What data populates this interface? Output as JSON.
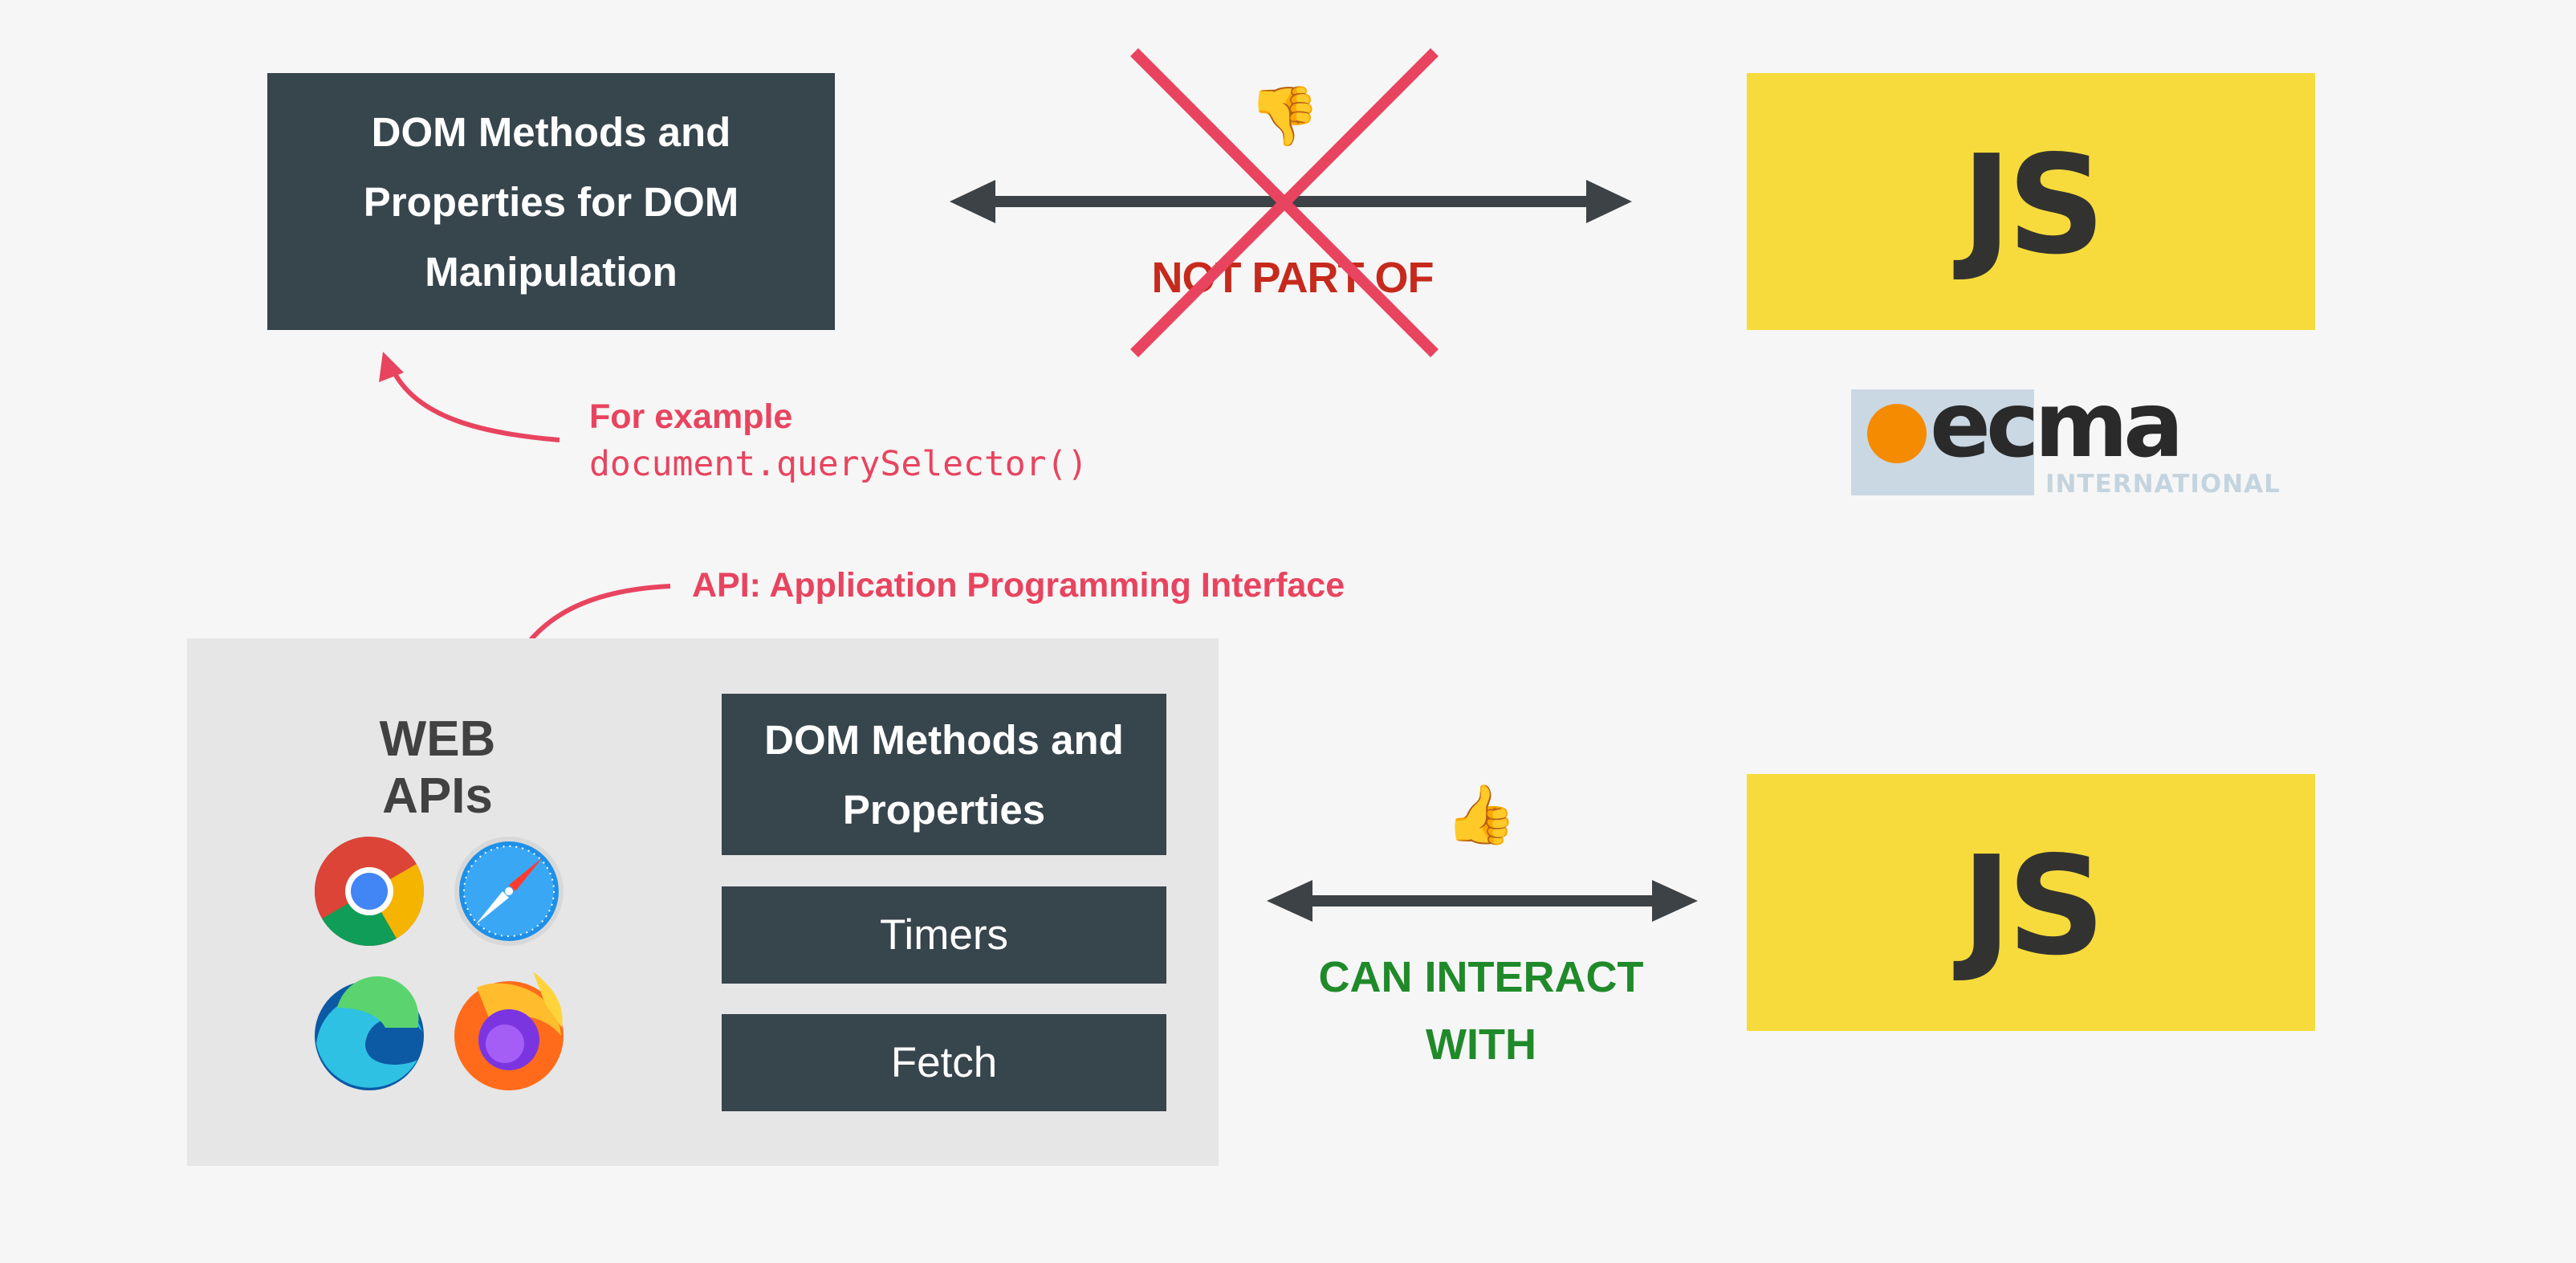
{
  "top": {
    "dom_box_text": "DOM Methods and Properties for DOM Manipulation",
    "relation_label": "NOT PART OF",
    "relation_emoji": "👎",
    "js_label": "JS",
    "example_label": "For example",
    "example_code": "document.querySelector()",
    "ecma_logo": {
      "word": "ecma",
      "subword": "INTERNATIONAL",
      "dot_color": "#f58b00",
      "bg_color": "#c9d8e3"
    }
  },
  "bottom": {
    "api_note": "API: Application Programming Interface",
    "panel_title": "WEB APIs",
    "browser_icons": [
      "chrome-icon",
      "safari-icon",
      "edge-icon",
      "firefox-icon"
    ],
    "api_items": [
      "DOM Methods and Properties",
      "Timers",
      "Fetch"
    ],
    "relation_emoji": "👍",
    "relation_label": "CAN INTERACT WITH",
    "js_label": "JS"
  },
  "colors": {
    "dark_box": "#37454d",
    "js_yellow": "#f7db3c",
    "accent_pink": "#e8445f",
    "not_part_red": "#c62a1d",
    "interact_green": "#208a2a",
    "arrow_gray": "#3c4245",
    "panel_bg": "#e6e6e6"
  }
}
